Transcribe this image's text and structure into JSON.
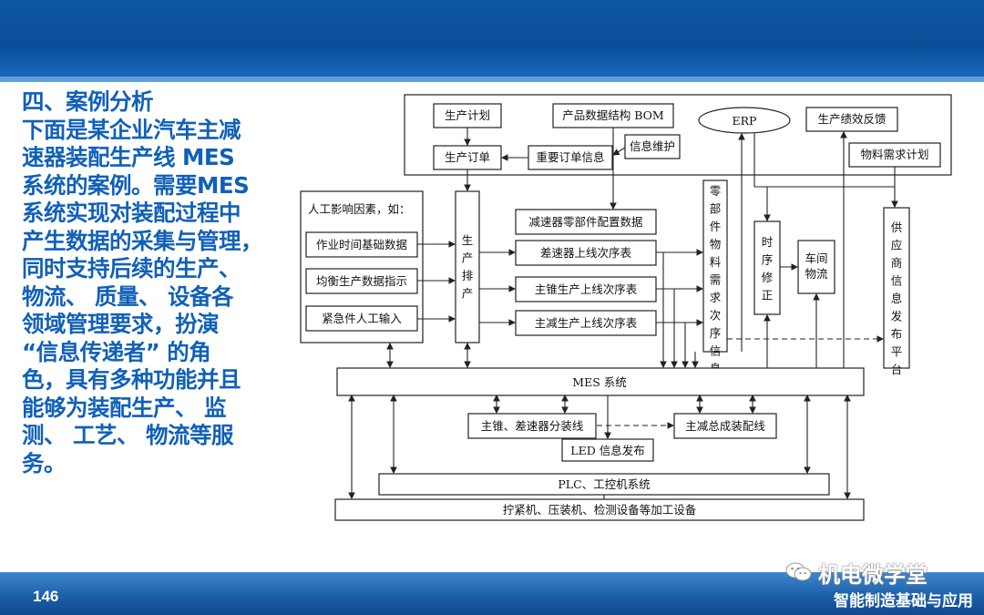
{
  "left_panel": {
    "lines": [
      "四、案例分析",
      "下面是某企业汽车主减",
      "速器装配生产线 MES",
      "系统的案例。需要MES",
      "系统实现对装配过程中",
      "产生数据的采集与管理，",
      "同时支持后续的生产、",
      "物流、 质量、 设备各",
      "领域管理要求，扮演",
      " “信息传递者” 的角",
      "色，具有多种功能并且",
      "能够为装配生产、 监",
      "测、 工艺、 物流等服",
      "务。"
    ]
  },
  "footer": {
    "page_number": "146",
    "right_text": "智能制造基础与应用",
    "watermark": "机电微学堂"
  },
  "diagram": {
    "production_plan": "生产计划",
    "production_order": "生产订单",
    "bom": "产品数据结构 BOM",
    "important_order_info": "重要订单信息",
    "info_maintenance": "信息维护",
    "erp": "ERP",
    "perf_feedback": "生产绩效反馈",
    "material_plan": "物料需求计划",
    "human_factors": "人工影响因素，如：",
    "work_time": "作业时间基础数据",
    "balance": "均衡生产数据指示",
    "urgent": "紧急件人工输入",
    "scheduling": "生产排产",
    "reducer_config": "减速器零部件配置数据",
    "diff_seq": "差速器上线次序表",
    "main_cone_seq": "主锥生产上线次序表",
    "main_reducer_seq": "主减生产上线次序表",
    "parts_seq_info": "零部件物料需求次序信息",
    "seq_correction": "时序修正",
    "workshop_logistics": "车间物流",
    "supplier_platform": "供应商信息发布平台",
    "mes": "MES 系统",
    "sub_line": "主锥、差速器分装线",
    "main_line": "主减总成装配线",
    "led": "LED 信息发布",
    "plc": "PLC、工控机系统",
    "equipment": "拧紧机、压装机、检测设备等加工设备"
  }
}
